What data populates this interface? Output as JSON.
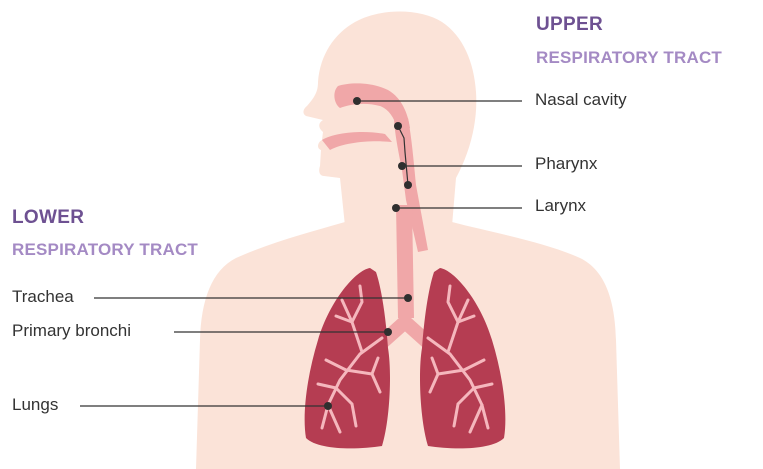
{
  "headings": {
    "upper_main": "UPPER",
    "upper_sub": "RESPIRATORY TRACT",
    "lower_main": "LOWER",
    "lower_sub": "RESPIRATORY TRACT"
  },
  "labels": {
    "nasal_cavity": "Nasal cavity",
    "pharynx": "Pharynx",
    "larynx": "Larynx",
    "trachea": "Trachea",
    "primary_bronchi": "Primary bronchi",
    "lungs": "Lungs"
  },
  "colors": {
    "heading_dark": "#6e5192",
    "heading_light": "#a48ac4",
    "skin": "#fbe3d8",
    "airway": "#f0a7a8",
    "lung": "#b53d52",
    "lung_vessels": "#f5b7bd",
    "leader_line": "#333333"
  }
}
